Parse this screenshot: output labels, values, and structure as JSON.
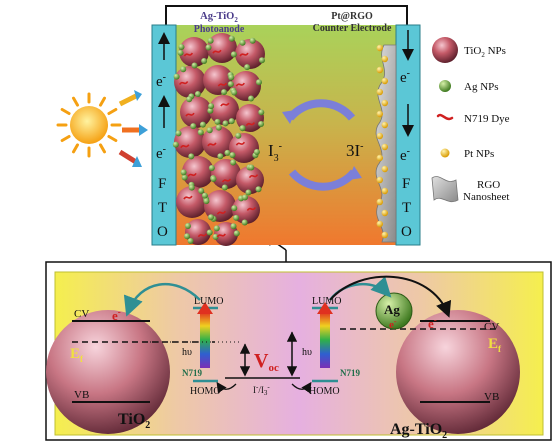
{
  "top_cell": {
    "anode_title_line1": "Ag-TiO",
    "anode_title_sub": "2",
    "anode_title_line2": "Photoanode",
    "cathode_title_line1": "Pt@RGO",
    "cathode_title_line2": "Counter Electrode",
    "electron_label": "e",
    "electron_sup": "-",
    "fto_letters": [
      "F",
      "T",
      "O"
    ],
    "redox_left": "I",
    "redox_left_sub": "3",
    "redox_left_sup": "-",
    "redox_right": "3I",
    "redox_right_sup": "-"
  },
  "legend": {
    "items": [
      {
        "label": "TiO",
        "sub": "2",
        "tail": " NPs",
        "icon": "tio2-sphere-icon"
      },
      {
        "label": "Ag NPs",
        "sub": "",
        "tail": "",
        "icon": "ag-dot-icon"
      },
      {
        "label": "N719 Dye",
        "sub": "",
        "tail": "",
        "icon": "dye-squiggle-icon"
      },
      {
        "label": "Pt NPs",
        "sub": "",
        "tail": "",
        "icon": "pt-dot-icon"
      }
    ],
    "rgo_line1": "RGO",
    "rgo_line2": "Nanosheet"
  },
  "bottom_panel": {
    "cv_left": "CV",
    "ef_left": "E",
    "ef_sub": "f",
    "vb_left": "VB",
    "tio2_label": "TiO",
    "tio2_sub": "2",
    "cv_right": "CV",
    "ef_right": "E",
    "vb_right": "VB",
    "agtio2_label": "Ag-TiO",
    "agtio2_sub": "2",
    "ag_label": "Ag",
    "electron": "e",
    "electron_sup": "-",
    "lumo_left": "LUMO",
    "homo_left": "HOMO",
    "n719_left": "N719",
    "hv_left": "hυ",
    "lumo_right": "LUMO",
    "homo_right": "HOMO",
    "n719_right": "N719",
    "hv_right": "hυ",
    "voc": "V",
    "voc_sub": "oc",
    "redox": "I",
    "redox_sup": "-",
    "redox_mid": "/I",
    "redox_sub2": "3",
    "redox_sup2": "-"
  },
  "colors": {
    "fto": "#5bc7d6",
    "sphere": "#c55a68",
    "ag": "#7fb24a",
    "pt": "#f2c21b",
    "panel_yellow": "#f4f04a",
    "panel_pink": "#e7b7d6",
    "arrow_blue": "#7b7fd9"
  }
}
